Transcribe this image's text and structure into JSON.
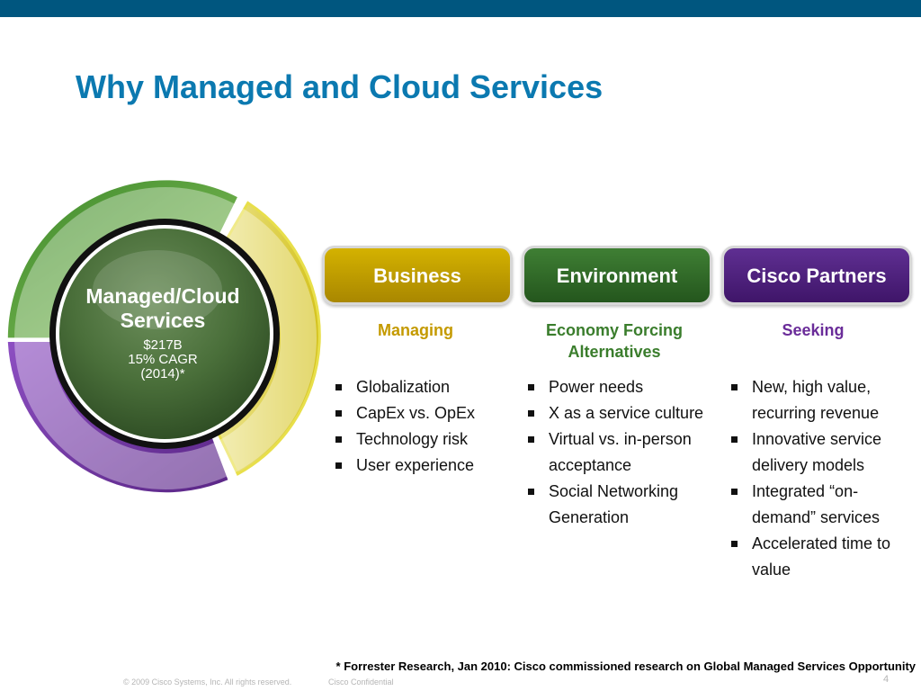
{
  "slide": {
    "title": "Why Managed and Cloud Services"
  },
  "circle": {
    "title_line1": "Managed/Cloud",
    "title_line2": "Services",
    "value": "$217B",
    "cagr": "15% CAGR",
    "year": "(2014)*",
    "colors": {
      "green": "#5a9e3a",
      "yellow": "#d9c932",
      "purple": "#7a3aa6",
      "hub": "#4e7a3c"
    }
  },
  "columns": [
    {
      "header": "Business",
      "subhead_line1": "Managing",
      "subhead_line2": "",
      "color": "#c49a00",
      "items": [
        "Globalization",
        "CapEx vs. OpEx",
        "Technology risk",
        "User experience"
      ]
    },
    {
      "header": "Environment",
      "subhead_line1": "Economy Forcing",
      "subhead_line2": "Alternatives",
      "color": "#3a7d2c",
      "items": [
        "Power needs",
        "X as a service culture",
        "Virtual vs. in-person acceptance",
        "Social Networking Generation"
      ]
    },
    {
      "header": "Cisco Partners",
      "subhead_line1": "Seeking",
      "subhead_line2": "",
      "color": "#6a2c99",
      "items": [
        "New, high value, recurring revenue",
        " Innovative service delivery models",
        "Integrated “on-demand” services",
        "Accelerated time to value"
      ]
    }
  ],
  "footer": {
    "footnote": "* Forrester Research, Jan 2010: Cisco commissioned research on Global Managed Services Opportunity",
    "copyright": "© 2009 Cisco Systems, Inc. All rights reserved.",
    "confidential": "Cisco Confidential",
    "page_number": "4"
  }
}
